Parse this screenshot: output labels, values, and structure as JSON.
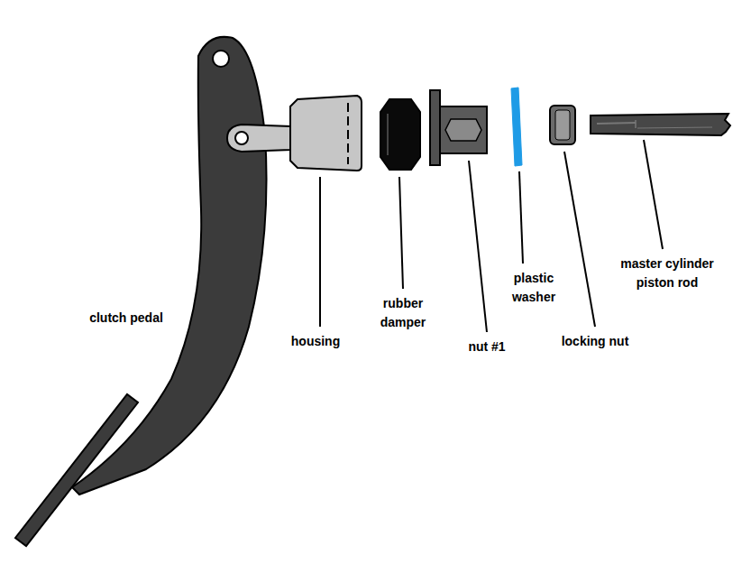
{
  "diagram": {
    "labels": [
      "clutch pedal",
      "housing",
      "rubber damper",
      "nut #1",
      "plastic washer",
      "locking nut",
      "master cylinder piston rod"
    ]
  }
}
